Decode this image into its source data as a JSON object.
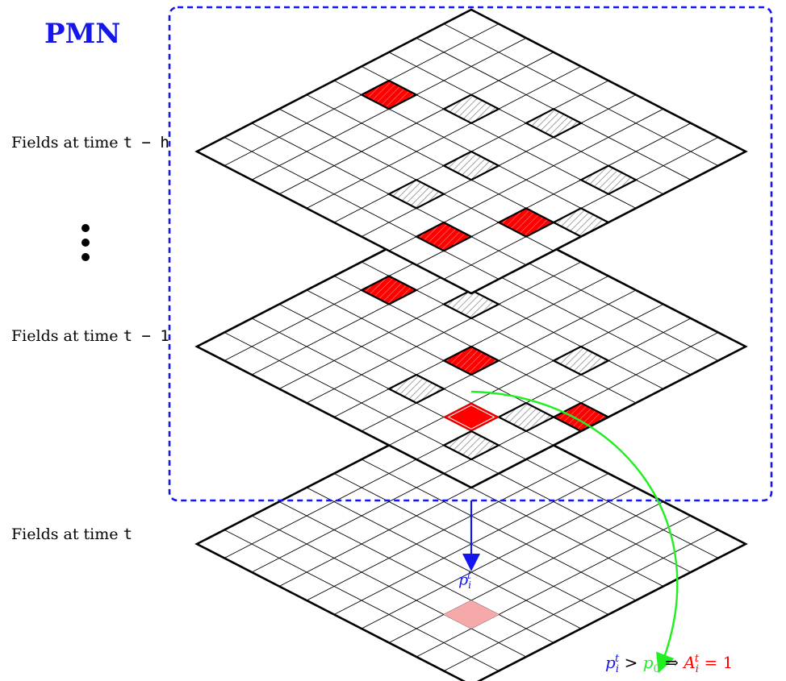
{
  "diagram": {
    "title": "PMN",
    "vertical_ellipsis": "⋮",
    "layers": [
      {
        "id": "t_minus_h",
        "label_text": "Fields at time ",
        "label_time": "t − h",
        "highlight_cells": [
          {
            "row": 2,
            "col": 5,
            "state": "hatched"
          },
          {
            "row": 3,
            "col": 3,
            "state": "hatched"
          },
          {
            "row": 3,
            "col": 8,
            "state": "hatched"
          },
          {
            "row": 4,
            "col": 1,
            "state": "red"
          },
          {
            "row": 5,
            "col": 5,
            "state": "hatched"
          },
          {
            "row": 5,
            "col": 9,
            "state": "hatched"
          },
          {
            "row": 7,
            "col": 5,
            "state": "hatched"
          },
          {
            "row": 6,
            "col": 8,
            "state": "red"
          },
          {
            "row": 8,
            "col": 7,
            "state": "red"
          }
        ]
      },
      {
        "id": "t_minus_1",
        "label_text": "Fields at time ",
        "label_time": "t − 1",
        "highlight_cells": [
          {
            "row": 3,
            "col": 3,
            "state": "hatched"
          },
          {
            "row": 3,
            "col": 7,
            "state": "hatched"
          },
          {
            "row": 4,
            "col": 1,
            "state": "red"
          },
          {
            "row": 5,
            "col": 5,
            "state": "red"
          },
          {
            "row": 5,
            "col": 9,
            "state": "red"
          },
          {
            "row": 7,
            "col": 5,
            "state": "hatched"
          },
          {
            "row": 6,
            "col": 8,
            "state": "hatched"
          },
          {
            "row": 7,
            "col": 7,
            "state": "red_white_outline"
          },
          {
            "row": 8,
            "col": 8,
            "state": "hatched"
          }
        ]
      },
      {
        "id": "t",
        "label_text": "Fields at time ",
        "label_time": "t",
        "highlight_cells": [
          {
            "row": 7,
            "col": 7,
            "state": "pink"
          }
        ]
      }
    ],
    "cell_label": {
      "base": "p",
      "sub": "i",
      "sup": "t"
    },
    "formula": {
      "p": "p",
      "p_sub": "i",
      "p_sup": "t",
      "gt": " > ",
      "p0": "p",
      "p0_sub": "0",
      "implies": " ⇒ ",
      "A": "A",
      "A_sub": "i",
      "A_sup": "t",
      "eq": " = 1"
    },
    "colors": {
      "blue": "#1515ee",
      "green": "#22ee22",
      "red": "#ff0000",
      "red_dark": "#d40000",
      "pink": "#f5a9a9",
      "grid": "#000000",
      "hatch": "#8c8c8c"
    },
    "grid_size": 10
  }
}
